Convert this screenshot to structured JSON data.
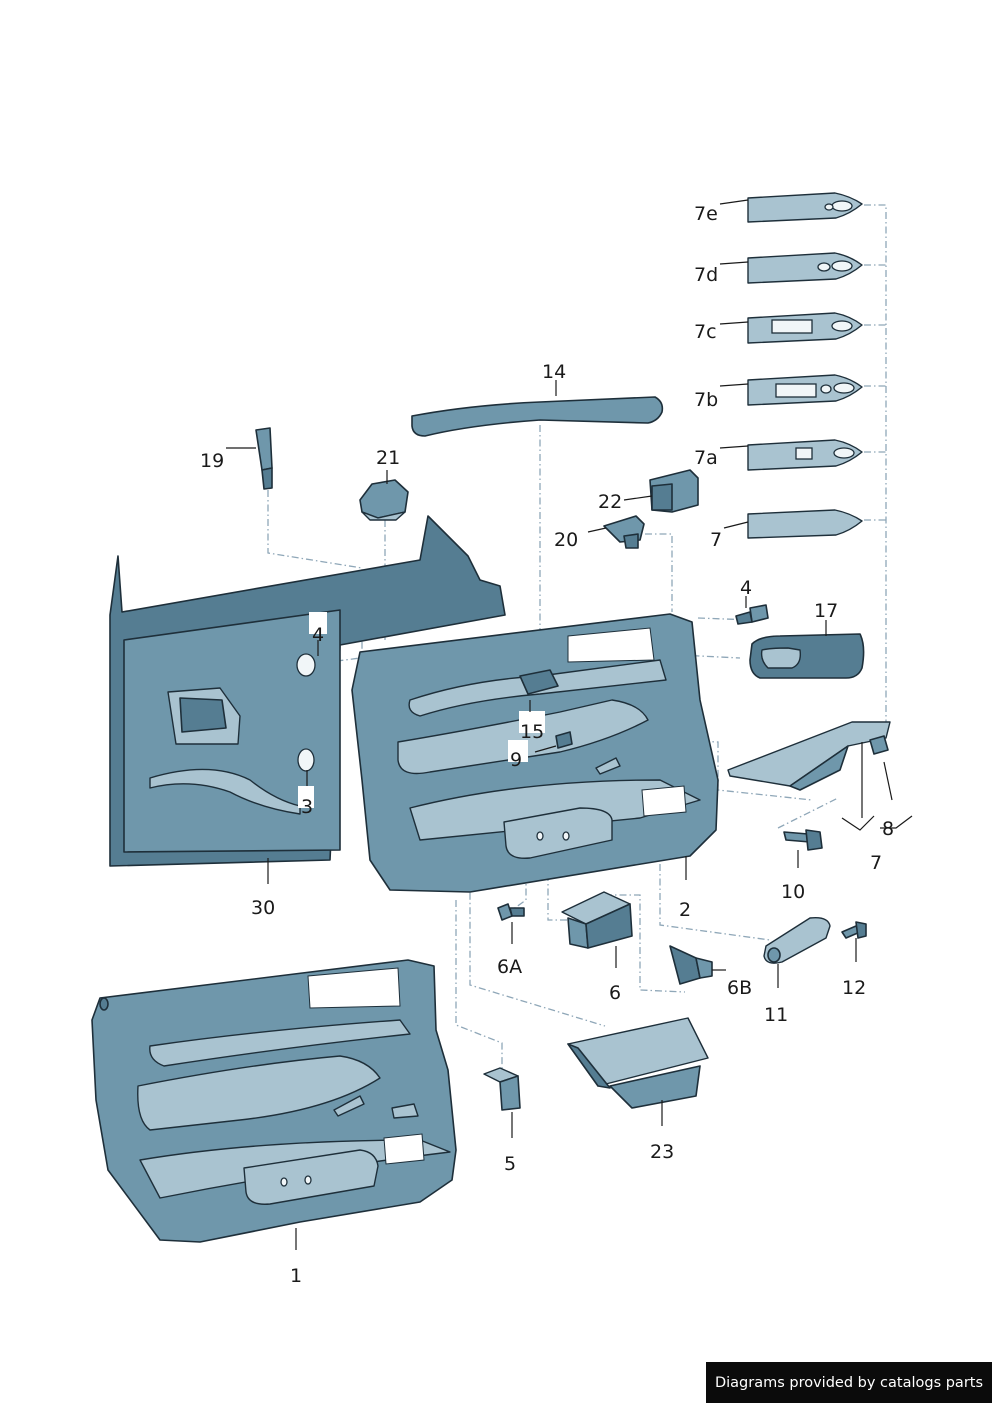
{
  "diagram": {
    "callouts": {
      "c7e": "7e",
      "c7d": "7d",
      "c7c": "7c",
      "c7b": "7b",
      "c7a": "7a",
      "c7": "7",
      "c14": "14",
      "c19": "19",
      "c21": "21",
      "c22": "22",
      "c20": "20",
      "c4a": "4",
      "c17": "17",
      "c4b": "4",
      "c15": "15",
      "c9": "9",
      "c3": "3",
      "c8": "8",
      "c7low": "7",
      "c10": "10",
      "c30": "30",
      "c2": "2",
      "c6a": "6A",
      "c6": "6",
      "c6b": "6B",
      "c11": "11",
      "c12": "12",
      "c5": "5",
      "c23": "23",
      "c1": "1"
    }
  },
  "footer": {
    "credit": "Diagrams provided by catalogs parts"
  }
}
